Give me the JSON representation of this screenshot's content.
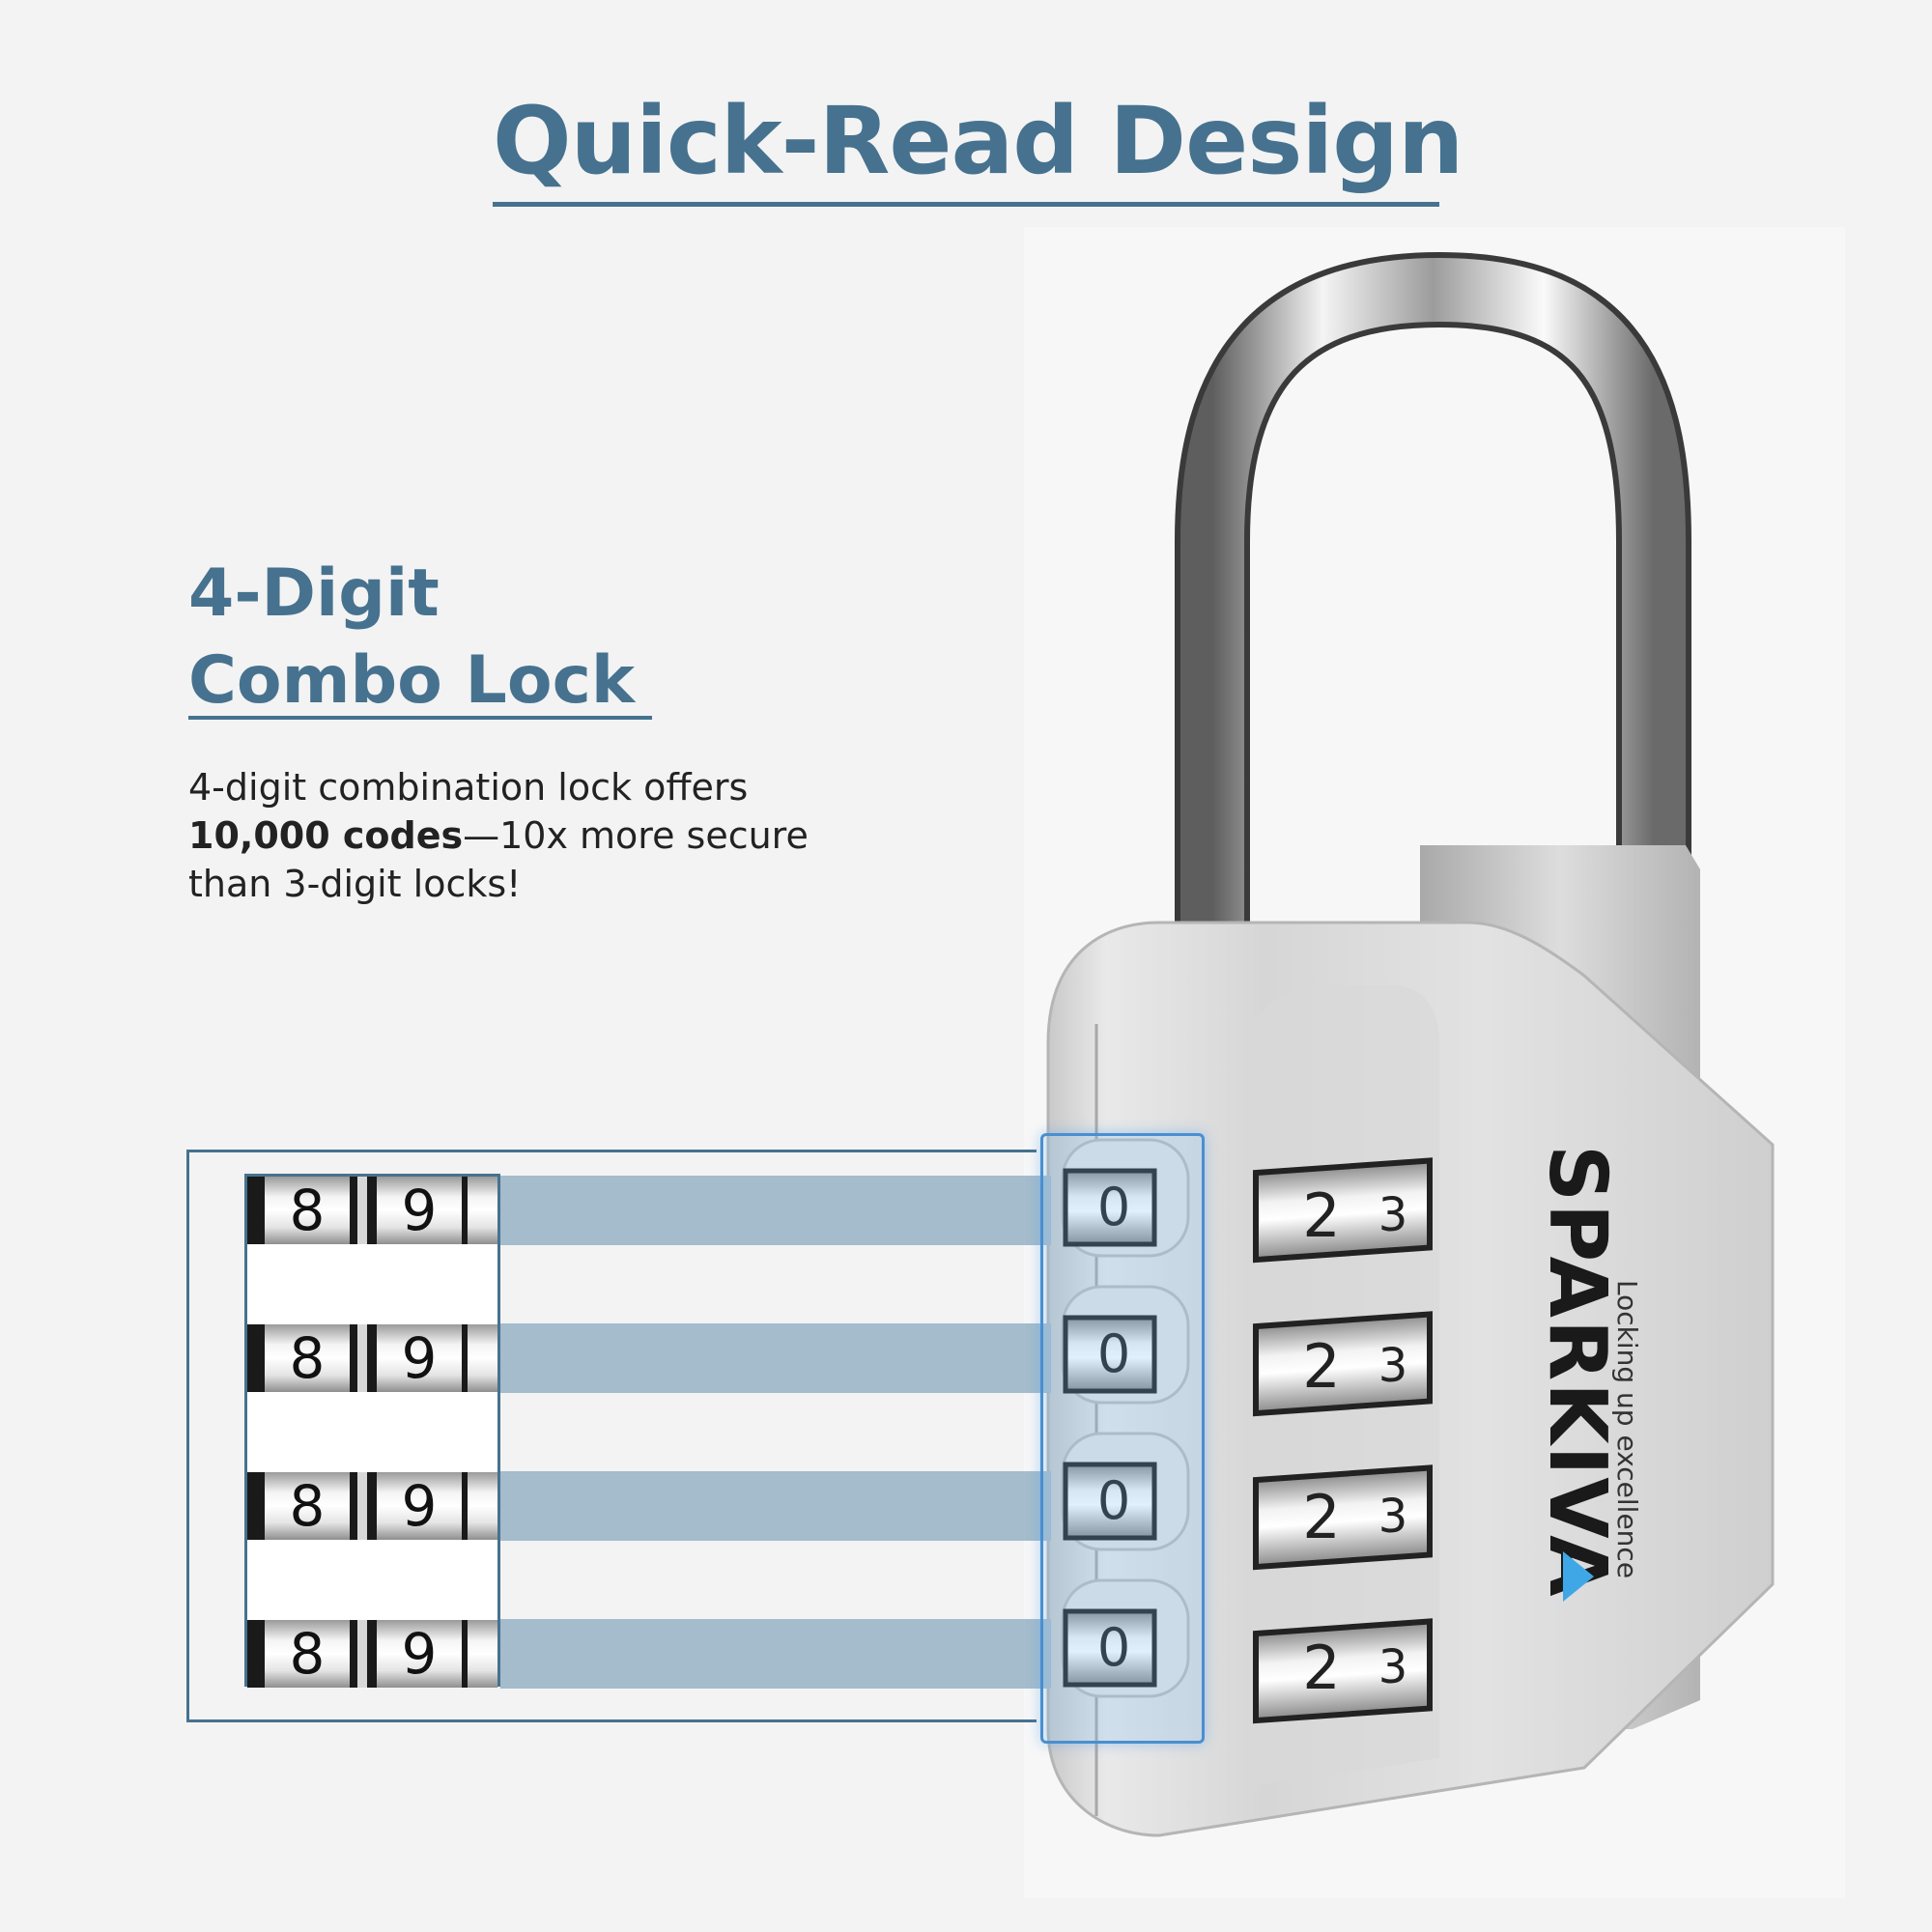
{
  "header": {
    "title": "Quick-Read Design"
  },
  "feature": {
    "title_line1": "4-Digit",
    "title_line2": "Combo Lock",
    "desc_line1": "4-digit combination lock offers",
    "desc_bold": "10,000 codes",
    "desc_line2_rest": "—10x more secure",
    "desc_line3": "than 3-digit locks!"
  },
  "callout": {
    "rows": [
      {
        "d1": "8",
        "d2": "9"
      },
      {
        "d1": "8",
        "d2": "9"
      },
      {
        "d1": "8",
        "d2": "9"
      },
      {
        "d1": "8",
        "d2": "9"
      }
    ]
  },
  "lock": {
    "brand": "SPARKIVA",
    "tagline": "Locking up excellence",
    "dial_digits": [
      {
        "a": "0",
        "b": "2",
        "c": "3"
      },
      {
        "a": "0",
        "b": "2",
        "c": "3"
      },
      {
        "a": "0",
        "b": "2",
        "c": "3"
      },
      {
        "a": "0",
        "b": "2",
        "c": "3"
      }
    ]
  },
  "colors": {
    "accent": "#46728f",
    "band": "#a4bccc",
    "highlight": "#4a8fd0",
    "background": "#f3f3f3"
  }
}
